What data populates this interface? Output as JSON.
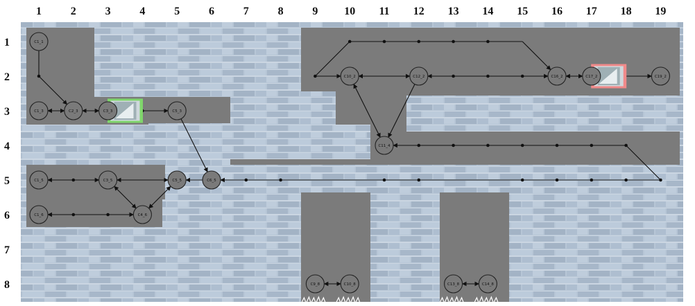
{
  "column_labels": [
    "1",
    "2",
    "3",
    "4",
    "5",
    "6",
    "7",
    "8",
    "9",
    "10",
    "11",
    "12",
    "13",
    "14",
    "15",
    "16",
    "17",
    "18",
    "19"
  ],
  "row_labels": [
    "1",
    "2",
    "3",
    "4",
    "5",
    "6",
    "7",
    "8"
  ],
  "nodes": [
    {
      "label": "C1_1",
      "col": 1,
      "row": 1
    },
    {
      "label": "C1_3",
      "col": 1,
      "row": 3
    },
    {
      "label": "C2_3",
      "col": 2,
      "row": 3
    },
    {
      "label": "C3_3",
      "col": 3,
      "row": 3
    },
    {
      "label": "C5_3",
      "col": 5,
      "row": 3
    },
    {
      "label": "C1_5",
      "col": 1,
      "row": 5
    },
    {
      "label": "C3_5",
      "col": 3,
      "row": 5
    },
    {
      "label": "C5_5",
      "col": 5,
      "row": 5
    },
    {
      "label": "C6_5",
      "col": 6,
      "row": 5
    },
    {
      "label": "C1_6",
      "col": 1,
      "row": 6
    },
    {
      "label": "C4_6",
      "col": 4,
      "row": 6
    },
    {
      "label": "C10_2",
      "col": 10,
      "row": 2
    },
    {
      "label": "C12_2",
      "col": 12,
      "row": 2
    },
    {
      "label": "C16_2",
      "col": 16,
      "row": 2
    },
    {
      "label": "C17_2",
      "col": 17,
      "row": 2
    },
    {
      "label": "C19_2",
      "col": 19,
      "row": 2
    },
    {
      "label": "C11_4",
      "col": 11,
      "row": 4
    },
    {
      "label": "C9_8",
      "col": 9,
      "row": 8
    },
    {
      "label": "C10_8",
      "col": 10,
      "row": 8
    },
    {
      "label": "C13_8",
      "col": 13,
      "row": 8
    },
    {
      "label": "C14_8",
      "col": 14,
      "row": 8
    }
  ],
  "waypoints": [
    {
      "col": 1,
      "row": 2
    },
    {
      "col": 2,
      "row": 5
    },
    {
      "col": 2,
      "row": 6
    },
    {
      "col": 3,
      "row": 6
    },
    {
      "col": 7,
      "row": 5
    },
    {
      "col": 8,
      "row": 5
    },
    {
      "col": 11,
      "row": 5
    },
    {
      "col": 12,
      "row": 5
    },
    {
      "col": 15,
      "row": 5
    },
    {
      "col": 16,
      "row": 5
    },
    {
      "col": 17,
      "row": 5
    },
    {
      "col": 18,
      "row": 5
    },
    {
      "col": 19,
      "row": 5
    },
    {
      "col": 9,
      "row": 2
    },
    {
      "col": 10,
      "row": 1
    },
    {
      "col": 11,
      "row": 1
    },
    {
      "col": 12,
      "row": 1
    },
    {
      "col": 13,
      "row": 1
    },
    {
      "col": 14,
      "row": 1
    },
    {
      "col": 13,
      "row": 2
    },
    {
      "col": 14,
      "row": 2
    },
    {
      "col": 15,
      "row": 2
    },
    {
      "col": 12,
      "row": 4
    },
    {
      "col": 13,
      "row": 4
    },
    {
      "col": 14,
      "row": 4
    },
    {
      "col": 15,
      "row": 4
    },
    {
      "col": 16,
      "row": 4
    },
    {
      "col": 17,
      "row": 4
    },
    {
      "col": 18,
      "row": 4
    },
    {
      "col": 4,
      "row": 3
    }
  ],
  "edges": [
    {
      "from": "C1_1",
      "to": "W1_2",
      "dir": "none"
    },
    {
      "from": "W1_2",
      "to": "C2_3",
      "dir": "forward"
    },
    {
      "from": "C2_3",
      "to": "C1_3",
      "dir": "both"
    },
    {
      "from": "C2_3",
      "to": "C3_3",
      "dir": "both"
    },
    {
      "from": "C3_3",
      "to": "C5_3",
      "dir": "both"
    },
    {
      "from": "C5_3",
      "to": "C6_5",
      "dir": "forward"
    },
    {
      "from": "C1_5",
      "to": "C3_5",
      "dir": "both"
    },
    {
      "from": "C3_5",
      "to": "C5_5",
      "dir": "both"
    },
    {
      "from": "C3_5",
      "to": "C4_6",
      "dir": "both"
    },
    {
      "from": "C4_6",
      "to": "C5_5",
      "dir": "both"
    },
    {
      "from": "C1_6",
      "to": "C4_6",
      "dir": "both"
    },
    {
      "from": "C6_5",
      "to": "C5_5",
      "dir": "forward"
    },
    {
      "from": "W19_5",
      "to": "C6_5",
      "dir": "forward"
    },
    {
      "from": "W18_4",
      "to": "W19_5",
      "dir": "none"
    },
    {
      "from": "W18_4",
      "to": "C11_4",
      "dir": "forward"
    },
    {
      "from": "C10_2",
      "to": "C11_4",
      "dir": "both"
    },
    {
      "from": "C12_2",
      "to": "C11_4",
      "dir": "forward"
    },
    {
      "from": "C10_2",
      "to": "C12_2",
      "dir": "both"
    },
    {
      "from": "W9_2",
      "to": "C10_2",
      "dir": "forward"
    },
    {
      "from": "W9_2",
      "to": "W10_1",
      "dir": "none"
    },
    {
      "from": "W10_1",
      "to": "W15_1",
      "dir": "none"
    },
    {
      "from": "W15_1",
      "to": "C16_2",
      "dir": "forward"
    },
    {
      "from": "C12_2",
      "to": "C16_2",
      "dir": "both"
    },
    {
      "from": "C16_2",
      "to": "C17_2",
      "dir": "both"
    },
    {
      "from": "C17_2",
      "to": "C19_2",
      "dir": "both"
    },
    {
      "from": "C9_8",
      "to": "C10_8",
      "dir": "both"
    },
    {
      "from": "C13_8",
      "to": "C14_8",
      "dir": "both"
    }
  ],
  "doors": [
    {
      "col": 3.5,
      "row": 3,
      "color": "#7fd66b"
    },
    {
      "col": 17.5,
      "row": 2,
      "color": "#f08a8a"
    }
  ],
  "colors": {
    "background": "#b7c6d6",
    "brick": "#a4b4c6",
    "mortar": "#e8eef4",
    "floor": "#7b7b7b",
    "node_fill": "#7a7a7a",
    "node_stroke": "#222222",
    "edge": "#111111"
  }
}
